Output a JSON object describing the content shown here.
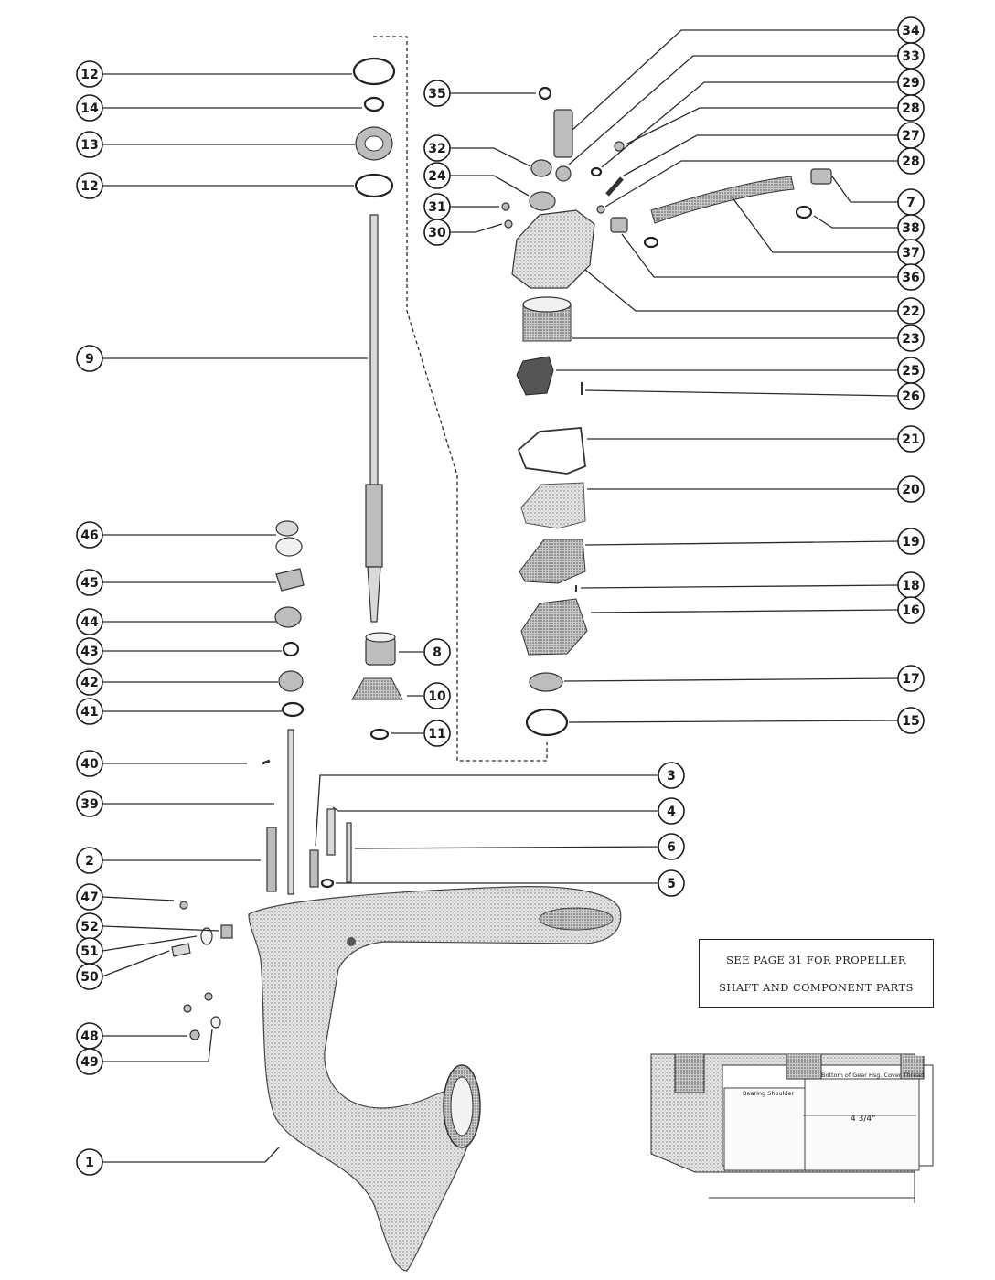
{
  "note": {
    "line1_prefix": "SEE PAGE ",
    "line1_page": "31",
    "line1_suffix": " FOR PROPELLER",
    "line2": "SHAFT AND COMPONENT PARTS"
  },
  "detail": {
    "label_bearing": "Bearing Shoulder",
    "label_bottom": "Bottom of Gear Hsg. Cover Thread",
    "dimension": "4 3/4\""
  },
  "callouts": [
    {
      "id": "c12a",
      "label": "12"
    },
    {
      "id": "c14",
      "label": "14"
    },
    {
      "id": "c13",
      "label": "13"
    },
    {
      "id": "c12b",
      "label": "12"
    },
    {
      "id": "c9",
      "label": "9"
    },
    {
      "id": "c46",
      "label": "46"
    },
    {
      "id": "c45",
      "label": "45"
    },
    {
      "id": "c44",
      "label": "44"
    },
    {
      "id": "c43",
      "label": "43"
    },
    {
      "id": "c42",
      "label": "42"
    },
    {
      "id": "c41",
      "label": "41"
    },
    {
      "id": "c40",
      "label": "40"
    },
    {
      "id": "c39",
      "label": "39"
    },
    {
      "id": "c2",
      "label": "2"
    },
    {
      "id": "c47",
      "label": "47"
    },
    {
      "id": "c52",
      "label": "52"
    },
    {
      "id": "c51",
      "label": "51"
    },
    {
      "id": "c50",
      "label": "50"
    },
    {
      "id": "c48",
      "label": "48"
    },
    {
      "id": "c49",
      "label": "49"
    },
    {
      "id": "c1",
      "label": "1"
    },
    {
      "id": "c35",
      "label": "35"
    },
    {
      "id": "c32",
      "label": "32"
    },
    {
      "id": "c24",
      "label": "24"
    },
    {
      "id": "c31",
      "label": "31"
    },
    {
      "id": "c30",
      "label": "30"
    },
    {
      "id": "c8",
      "label": "8"
    },
    {
      "id": "c10",
      "label": "10"
    },
    {
      "id": "c11",
      "label": "11"
    },
    {
      "id": "c34",
      "label": "34"
    },
    {
      "id": "c33",
      "label": "33"
    },
    {
      "id": "c29",
      "label": "29"
    },
    {
      "id": "c28a",
      "label": "28"
    },
    {
      "id": "c27",
      "label": "27"
    },
    {
      "id": "c28b",
      "label": "28"
    },
    {
      "id": "c7",
      "label": "7"
    },
    {
      "id": "c38",
      "label": "38"
    },
    {
      "id": "c37",
      "label": "37"
    },
    {
      "id": "c36",
      "label": "36"
    },
    {
      "id": "c22",
      "label": "22"
    },
    {
      "id": "c23",
      "label": "23"
    },
    {
      "id": "c25",
      "label": "25"
    },
    {
      "id": "c26",
      "label": "26"
    },
    {
      "id": "c21",
      "label": "21"
    },
    {
      "id": "c20",
      "label": "20"
    },
    {
      "id": "c19",
      "label": "19"
    },
    {
      "id": "c18",
      "label": "18"
    },
    {
      "id": "c16",
      "label": "16"
    },
    {
      "id": "c17",
      "label": "17"
    },
    {
      "id": "c15",
      "label": "15"
    },
    {
      "id": "c3",
      "label": "3"
    },
    {
      "id": "c4",
      "label": "4"
    },
    {
      "id": "c6",
      "label": "6"
    },
    {
      "id": "c5",
      "label": "5"
    }
  ]
}
